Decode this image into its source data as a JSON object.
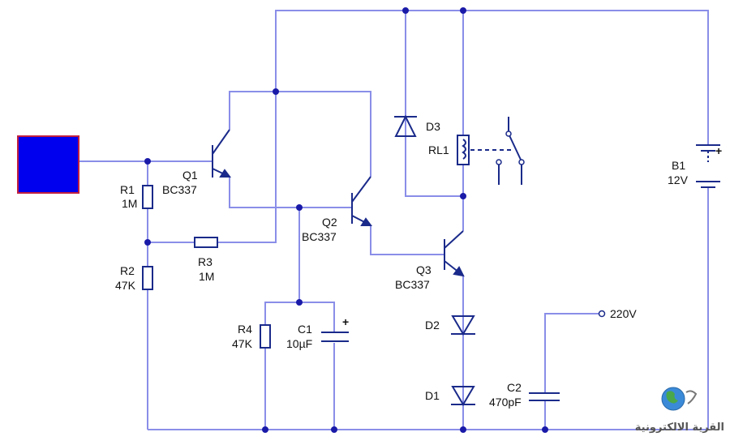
{
  "colors": {
    "wire": "#8a8ee8",
    "component": "#1a2a8a",
    "input_block": "#0000ee",
    "input_border": "#c02040"
  },
  "components": {
    "Q1": {
      "name": "Q1",
      "part": "BC337"
    },
    "Q2": {
      "name": "Q2",
      "part": "BC337"
    },
    "Q3": {
      "name": "Q3",
      "part": "BC337"
    },
    "R1": {
      "name": "R1",
      "value": "1M"
    },
    "R2": {
      "name": "R2",
      "value": "47K"
    },
    "R3": {
      "name": "R3",
      "value": "1M"
    },
    "R4": {
      "name": "R4",
      "value": "47K"
    },
    "C1": {
      "name": "C1",
      "value": "10µF",
      "polarity": "+"
    },
    "C2": {
      "name": "C2",
      "value": "470pF"
    },
    "D1": {
      "name": "D1"
    },
    "D2": {
      "name": "D2"
    },
    "D3": {
      "name": "D3"
    },
    "RL1": {
      "name": "RL1"
    },
    "B1": {
      "name": "B1",
      "value": "12V",
      "polarity": "+"
    }
  },
  "mains": {
    "label": "220V"
  },
  "watermark": {
    "text": "القرية الالكترونية"
  }
}
